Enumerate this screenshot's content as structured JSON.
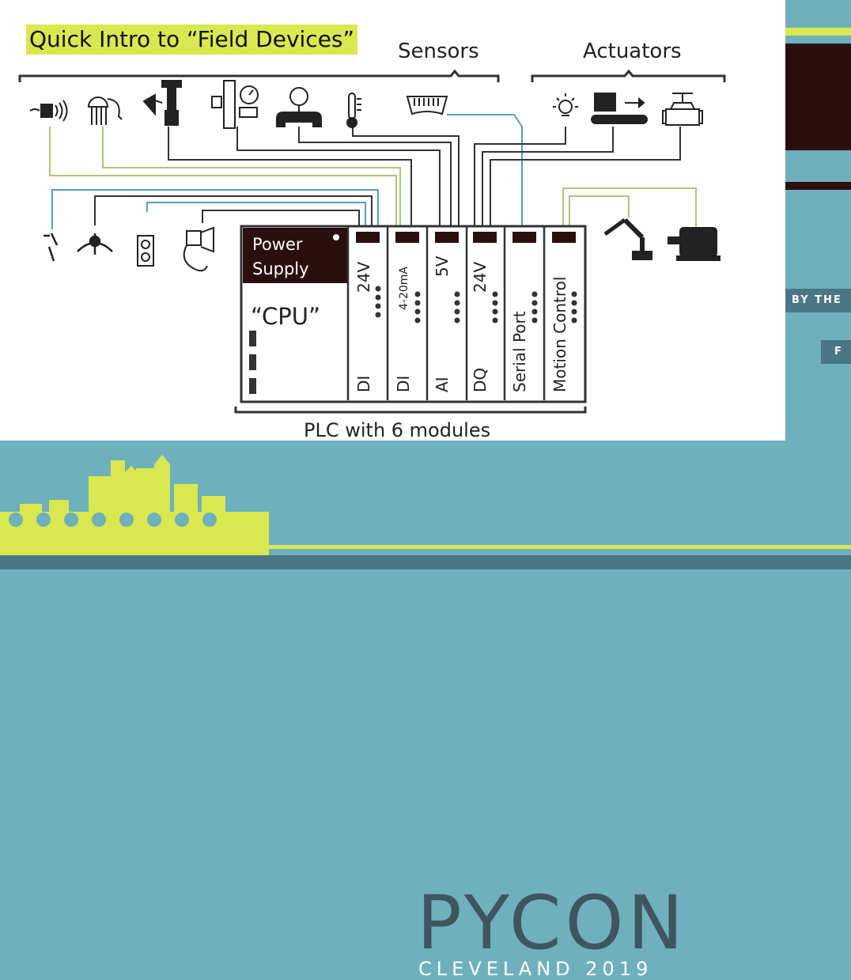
{
  "slide": {
    "title": "Quick Intro to “Field Devices”",
    "sensors_label": "Sensors",
    "actuators_label": "Actuators",
    "plc_caption": "PLC with 6 modules",
    "power_supply_line1": "Power",
    "power_supply_line2": "Supply",
    "cpu_label": "“CPU”",
    "modules": [
      {
        "top": "24V",
        "bottom": "DI"
      },
      {
        "top": "4-20mA",
        "bottom": "DI"
      },
      {
        "top": "5V",
        "bottom": "AI"
      },
      {
        "top": "24V",
        "bottom": "DQ"
      },
      {
        "top": "Serial Port",
        "bottom": ""
      },
      {
        "top": "Motion Control",
        "bottom": ""
      }
    ]
  },
  "sensor_icons": [
    "proximity-sensor-icon",
    "humidity-sensor-icon",
    "wind-sensor-icon",
    "flow-meter-icon",
    "pressure-gauge-icon",
    "thermometer-icon",
    "barcode-scanner-icon"
  ],
  "actuator_icons": [
    "light-icon",
    "conveyor-icon",
    "valve-icon"
  ],
  "input_device_icons": [
    "switch-icon",
    "selector-icon",
    "push-button-icon",
    "horn-icon"
  ],
  "motion_icons": [
    "robot-arm-icon",
    "motor-icon"
  ],
  "banner": {
    "pycon": "PYCON",
    "subtitle": "CLEVELAND 2019",
    "sidebar_text1": "BY THE",
    "sidebar_text2": "F"
  },
  "colors": {
    "wire_dark": "#333333",
    "wire_green": "#a9c77a",
    "wire_blue": "#5a9cc4",
    "title_highlight": "#d9e84f",
    "banner_teal": "#6fb0bd",
    "skyline_yellow": "#d9e84f",
    "pycon_text": "#3f555f"
  }
}
